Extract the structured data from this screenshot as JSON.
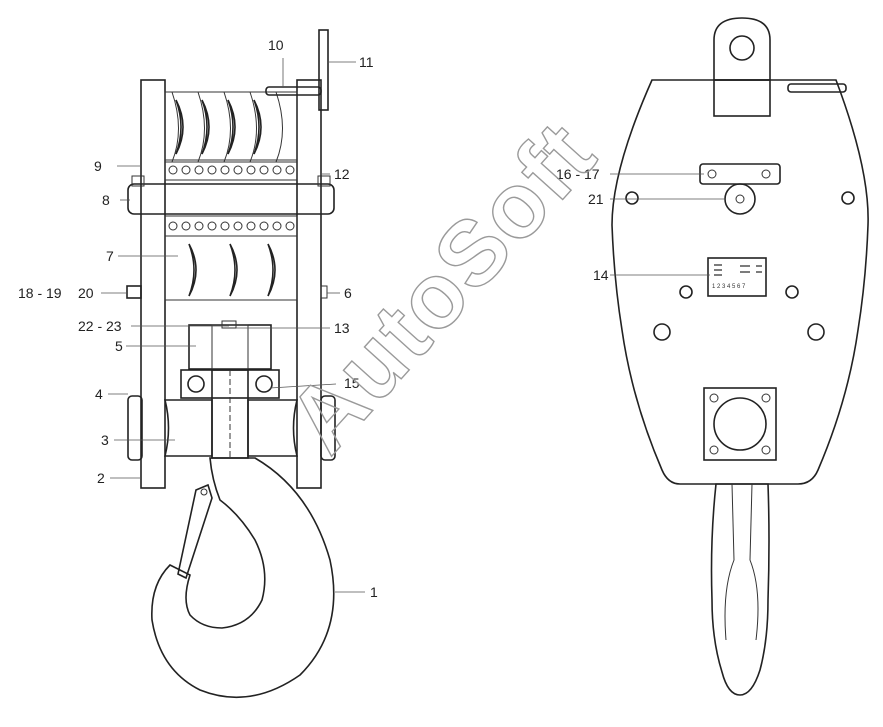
{
  "watermark": "AutoSoft",
  "plate_text": [
    "1 2 3 4 5 6 7",
    "■■■■■■■"
  ],
  "callouts": {
    "c1": "1",
    "c2": "2",
    "c3": "3",
    "c4": "4",
    "c5": "5",
    "c6": "6",
    "c7": "7",
    "c8": "8",
    "c9": "9",
    "c10": "10",
    "c11": "11",
    "c12": "12",
    "c13": "13",
    "c14": "14",
    "c15": "15",
    "c16_17": "16 - 17",
    "c18_19": "18 - 19",
    "c20": "20",
    "c21": "21",
    "c22_23": "22 - 23"
  }
}
